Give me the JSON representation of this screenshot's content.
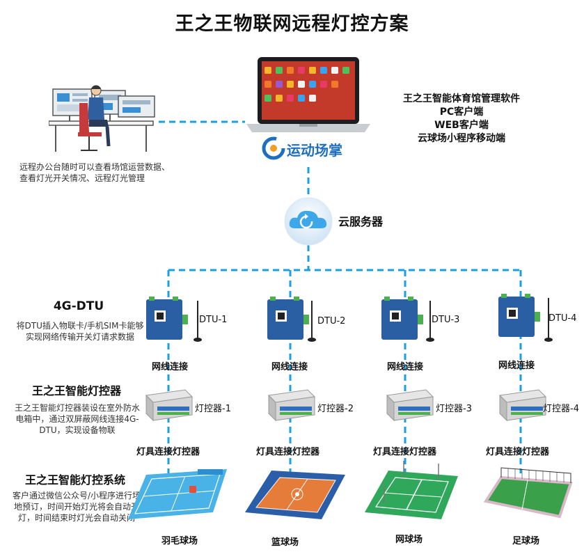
{
  "title": "王之王物联网远程灯控方案",
  "software": {
    "lines": [
      "王之王智能体育馆管理软件",
      "PC客户端",
      "WEB客户端",
      "云球场小程序移动端"
    ],
    "brand": "运动场掌"
  },
  "office_desc": [
    "远程办公台随时可以查看场馆运营数据、",
    "查看灯光开关情况、远程灯光管理"
  ],
  "cloud_label": "云服务器",
  "dtu_section": {
    "title": "4G-DTU",
    "desc": [
      "将DTU插入物联卡/手机SIM卡能够",
      "实现网络传输开关灯请求数据"
    ]
  },
  "controller_section": {
    "title": "王之王智能灯控器",
    "desc": [
      "王之王智能灯控器装设在室外防水",
      "电箱中，通过双屏蔽网线连接4G-",
      "DTU，实现设备物联"
    ]
  },
  "system_section": {
    "title": "王之王智能灯控系统",
    "desc": [
      "客户通过微信公众号/小程序进行场",
      "地预订，时间开始灯光将会自动开",
      "灯，时间结束时灯光会自动关闭"
    ]
  },
  "columns": [
    {
      "dtu": "DTU-1",
      "net": "网线连接",
      "controller": "灯控器-1",
      "lamp": "灯具连接灯控器",
      "court": "羽毛球场"
    },
    {
      "dtu": "DTU-2",
      "net": "网线连接",
      "controller": "灯控器-2",
      "lamp": "灯具连接灯控器",
      "court": "篮球场"
    },
    {
      "dtu": "DTU-3",
      "net": "网线连接",
      "controller": "灯控器-3",
      "lamp": "灯具连接灯控器",
      "court": "网球场"
    },
    {
      "dtu": "DTU-4",
      "net": "网线连接",
      "controller": "灯控器-4",
      "lamp": "灯具连接灯控器",
      "court": "足球场"
    }
  ],
  "colors": {
    "link": "#1a9fe0",
    "court_badminton": "#49b2e6",
    "court_basketball": "#2a5ea8",
    "court_tennis": "#2fa85c",
    "court_football": "#3aa04a"
  }
}
